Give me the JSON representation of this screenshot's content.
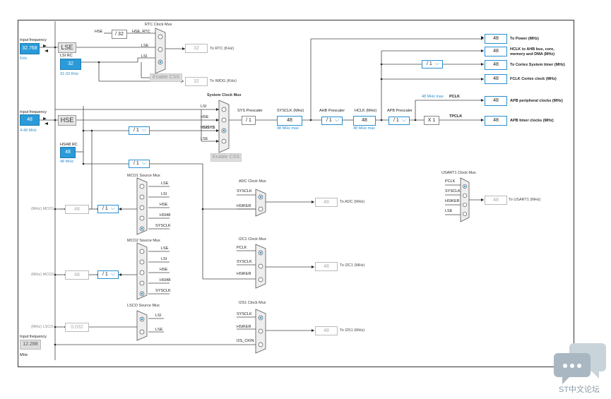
{
  "mux_titles": {
    "rtc": "RTC Clock Mux",
    "system": "System Clock Mux",
    "mco1": "MCO1 Source Mux",
    "mco2": "MCO2 Source Mux",
    "lsco": "LSCO Source Mux",
    "adc": "ADC Clock Mux",
    "i2c1": "I2C1 Clock Mux",
    "i2s1": "I2S1 Clock Mux",
    "usart1": "USART1 Clock Mux"
  },
  "inputs": {
    "lse_freq_label": "Input frequency",
    "lse_value": "32.768",
    "lse_unit": "KHz",
    "lse_name": "LSE",
    "lsi_rc_label": "LSI RC",
    "lsi_value": "32",
    "lsi_range": "31-33 KHz",
    "hse_freq_label": "Input frequency",
    "hse_value": "48",
    "hse_range": "4-48 MHz",
    "hse_name": "HSE",
    "hsi48_label": "HSI48 RC",
    "hsi48_value": "48",
    "hsi48_unit": "48 MHz",
    "i2s_freq_label": "Input frequency",
    "i2s_value": "12.288",
    "i2s_unit": "MHz"
  },
  "rtc": {
    "hse": "HSE",
    "div": "/ 32",
    "hse_rtc": "HSE_RTC",
    "lse": "LSE",
    "lsi": "LSI",
    "rtc_value": "32",
    "rtc_label": "To RTC (KHz)",
    "enable_css": "Enable CSS",
    "iwdg_value": "32",
    "iwdg_label": "To IWDG (KHz)"
  },
  "sysmux": {
    "lsi": "LSI",
    "hse": "HSE",
    "hsisys": "HSISYS",
    "lse": "LSE",
    "enable_css": "Enable CSS",
    "hsi_div1": "/ 1",
    "hsi_div2": "/ 1"
  },
  "chain": {
    "sys_prescaler_label": "SYS Prescaler",
    "sys_prescaler_value": "/ 1",
    "sysclk_label": "SYSCLK (MHz)",
    "sysclk_value": "48",
    "sysclk_max": "48 MHz max",
    "ahb_prescaler_label": "AHB Prescaler",
    "ahb_value": "/ 1",
    "hclk_label": "HCLK (MHz)",
    "hclk_value": "48",
    "hclk_max": "48 MHz max",
    "apb_prescaler_label": "APB Prescaler",
    "apb_value": "/ 1",
    "apb_max": "48 MHz max",
    "pclk_label": "PCLK",
    "tpclk_label": "TPCLK",
    "x1": "X 1",
    "cortex_div": "/ 1"
  },
  "outputs": [
    {
      "value": "48",
      "label": "To Power (MHz)"
    },
    {
      "value": "48",
      "label": "HCLK to AHB bus, core, memory and DMA (MHz)"
    },
    {
      "value": "48",
      "label": "To Cortex System timer (MHz)"
    },
    {
      "value": "48",
      "label": "FCLK Cortex clock (MHz)"
    },
    {
      "value": "48",
      "label": "APB peripheral clocks (MHz)"
    },
    {
      "value": "48",
      "label": "APB timer clocks (MHz)"
    }
  ],
  "mco1": {
    "inputs": [
      "LSE",
      "LSI",
      "HSE",
      "",
      "HSI48",
      "SYSCLK"
    ],
    "out_label": "(MHz) MCO1",
    "out_value": "48",
    "div": "/ 1"
  },
  "mco2": {
    "inputs": [
      "LSE",
      "LSI",
      "HSE",
      "",
      "HSI48",
      "SYSCLK"
    ],
    "out_label": "(MHz) MCO2",
    "out_value": "48",
    "div": "/ 1"
  },
  "lsco": {
    "inputs": [
      "LSI",
      "LSE"
    ],
    "out_label": "(MHz) LSCO",
    "out_value": "0.032"
  },
  "adc": {
    "inputs": [
      "SYSCLK",
      "HSIKER"
    ],
    "value": "48",
    "label": "To ADC (MHz)"
  },
  "i2c1": {
    "inputs": [
      "PCLK",
      "SYSCLK",
      "HSIKER"
    ],
    "value": "48",
    "label": "To I2C1 (MHz)"
  },
  "i2s1": {
    "inputs": [
      "SYSCLK",
      "HSIKER",
      "I2S_CKIN"
    ],
    "value": "48",
    "label": "To I2S1 (MHz)"
  },
  "usart1": {
    "inputs": [
      "PCLK",
      "SYSCLK",
      "HSIKER",
      "LSE"
    ],
    "value": "48",
    "label": "To USART1 (MHz)"
  },
  "watermark": "ST中文论坛",
  "colors": {
    "accent": "#2a8fd0",
    "input_fill": "#2a9ad8",
    "wire": "#333333",
    "grey": "#bbbbbb"
  }
}
